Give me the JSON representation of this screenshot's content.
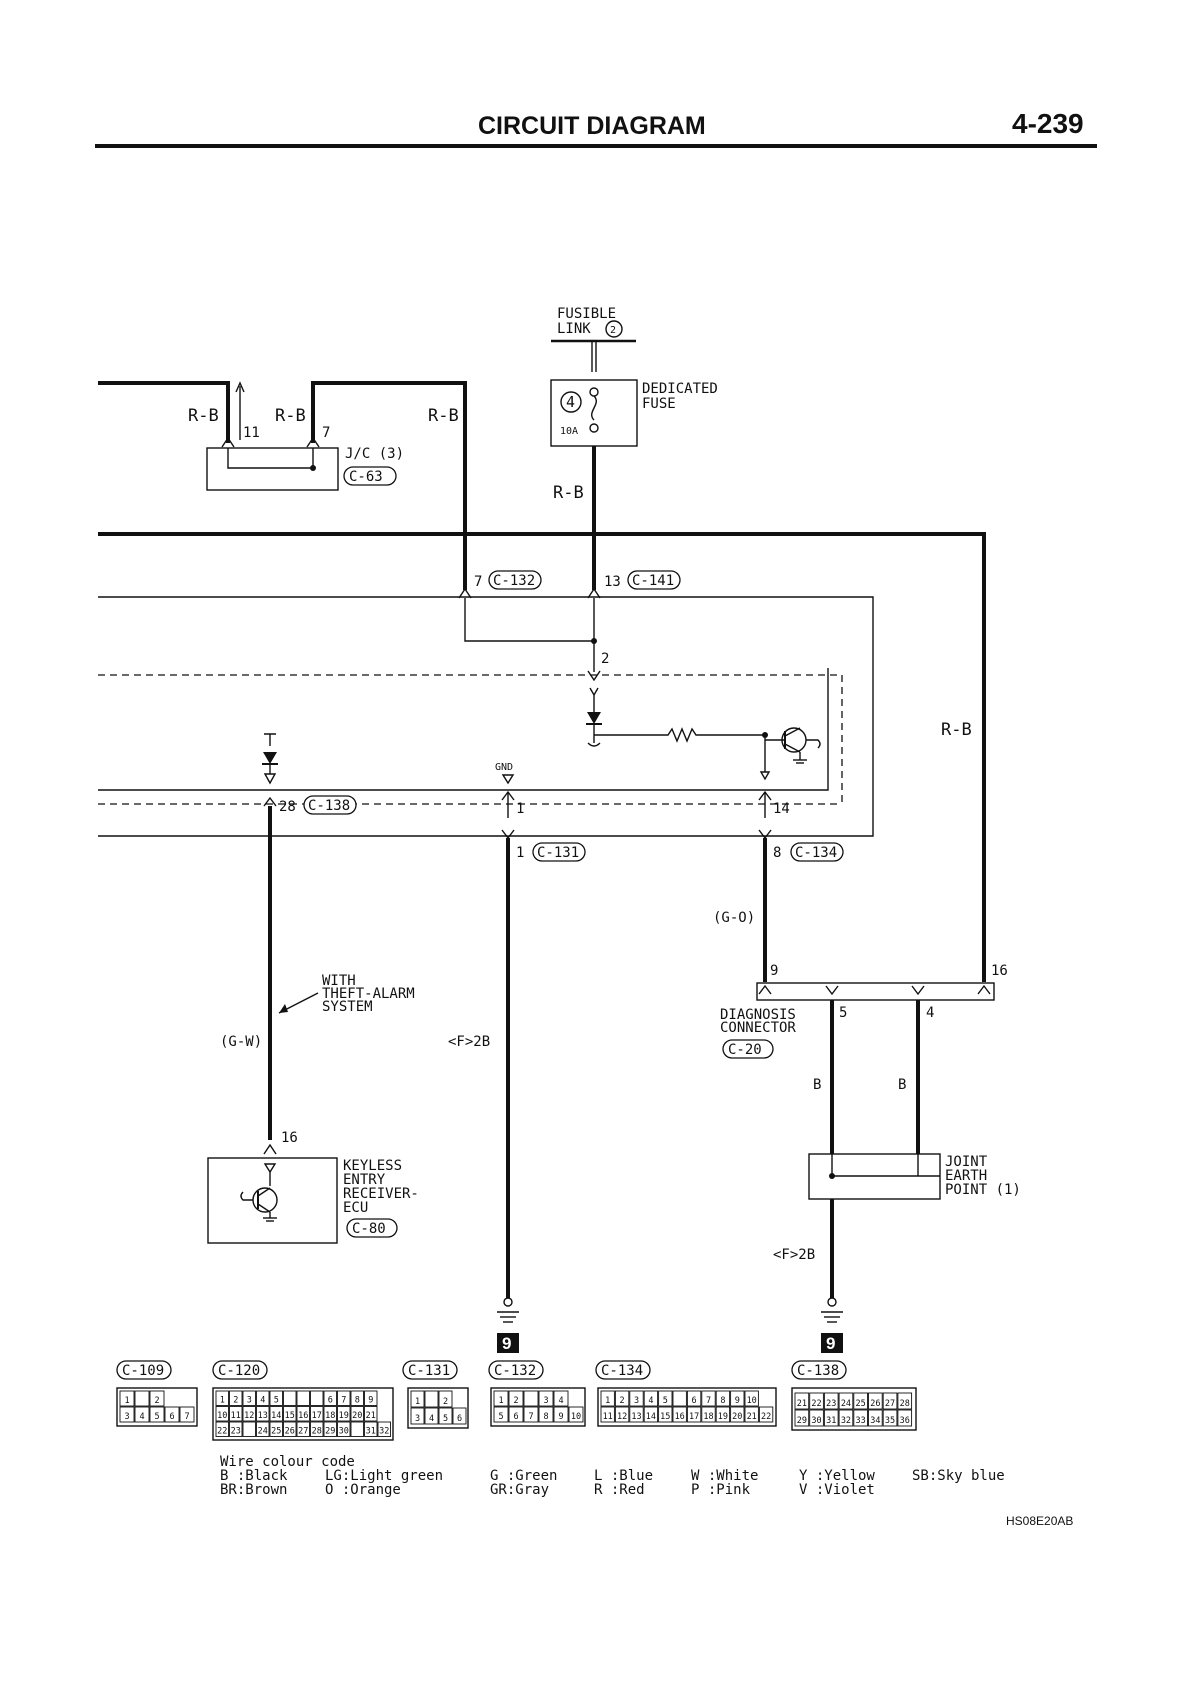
{
  "header": {
    "title": "CIRCUIT DIAGRAM",
    "page_number": "4-239"
  },
  "fusible_link": {
    "label_line1": "FUSIBLE",
    "label_line2": "LINK",
    "number": "2"
  },
  "dedicated_fuse": {
    "label_line1": "DEDICATED",
    "label_line2": "FUSE",
    "number": "4",
    "rating": "10A"
  },
  "joint_connector": {
    "label": "J/C (3)",
    "connector": "C-63",
    "pin_left": "11",
    "pin_right": "7"
  },
  "wires": {
    "rb": "R-B",
    "gw": "(G-W)",
    "go": "(G-O)",
    "b": "B",
    "f2b": "<F>2B"
  },
  "connectors": {
    "c132": {
      "pin": "7",
      "code": "C-132"
    },
    "c141": {
      "pin": "13",
      "code": "C-141"
    },
    "splice_pin": "2",
    "gnd": "GND",
    "c138": {
      "pin": "28",
      "code": "C-138"
    },
    "c131_inner_pin": "1",
    "c134_inner_pin": "14",
    "c131": {
      "pin": "1",
      "code": "C-131"
    },
    "c134": {
      "pin": "8",
      "code": "C-134"
    }
  },
  "theft_note": {
    "line1": "WITH",
    "line2": "THEFT-ALARM",
    "line3": "SYSTEM"
  },
  "diagnosis_connector": {
    "label_line1": "DIAGNOSIS",
    "label_line2": "CONNECTOR",
    "code": "C-20",
    "pin_9": "9",
    "pin_16": "16",
    "pin_5": "5",
    "pin_4": "4"
  },
  "keyless_entry": {
    "pin": "16",
    "label_line1": "KEYLESS",
    "label_line2": "ENTRY",
    "label_line3": "RECEIVER-",
    "label_line4": "ECU",
    "code": "C-80"
  },
  "joint_earth": {
    "label_line1": "JOINT",
    "label_line2": "EARTH",
    "label_line3": "POINT (1)"
  },
  "earth_badges": {
    "left": "9",
    "right": "9"
  },
  "connector_diagrams": {
    "c109": {
      "code": "C-109",
      "row1": [
        "1",
        "",
        "2"
      ],
      "row2": [
        "3",
        "4",
        "5",
        "6",
        "7"
      ]
    },
    "c120": {
      "code": "C-120",
      "row1": [
        "1",
        "2",
        "3",
        "4",
        "5",
        "",
        "",
        "",
        "6",
        "7",
        "8",
        "9"
      ],
      "row2": [
        "10",
        "11",
        "12",
        "13",
        "14",
        "15",
        "16",
        "17",
        "18",
        "19",
        "20",
        "21"
      ],
      "row3": [
        "22",
        "23",
        "",
        "24",
        "25",
        "26",
        "27",
        "28",
        "29",
        "30",
        "",
        "31",
        "32"
      ]
    },
    "c131": {
      "code": "C-131",
      "row1": [
        "1",
        "",
        "2"
      ],
      "row2": [
        "3",
        "4",
        "5",
        "6"
      ]
    },
    "c132": {
      "code": "C-132",
      "row1": [
        "1",
        "2",
        "",
        "3",
        "4"
      ],
      "row2": [
        "5",
        "6",
        "7",
        "8",
        "9",
        "10"
      ]
    },
    "c134": {
      "code": "C-134",
      "row1": [
        "1",
        "2",
        "3",
        "4",
        "5",
        "",
        "6",
        "7",
        "8",
        "9",
        "10"
      ],
      "row2": [
        "11",
        "12",
        "13",
        "14",
        "15",
        "16",
        "17",
        "18",
        "19",
        "20",
        "21",
        "22"
      ]
    },
    "c138": {
      "code": "C-138",
      "row1": [
        "21",
        "22",
        "23",
        "24",
        "25",
        "26",
        "27",
        "28"
      ],
      "row2": [
        "29",
        "30",
        "31",
        "32",
        "33",
        "34",
        "35",
        "36"
      ]
    }
  },
  "legend": {
    "title": "Wire colour code",
    "col1": [
      "B :Black",
      "BR:Brown"
    ],
    "col2": [
      "LG:Light green",
      "O :Orange"
    ],
    "col3": [
      "G :Green",
      "GR:Gray"
    ],
    "col4": [
      "L :Blue",
      "R :Red"
    ],
    "col5": [
      "W :White",
      "P :Pink"
    ],
    "col6": [
      "Y :Yellow",
      "V :Violet"
    ],
    "col7": [
      "SB:Sky blue"
    ]
  },
  "footer_code": "HS08E20AB"
}
